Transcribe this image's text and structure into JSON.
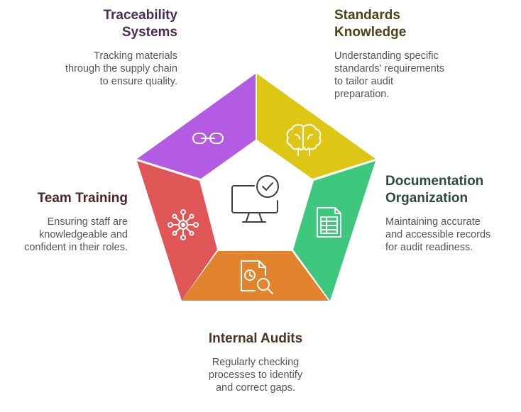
{
  "segments": [
    {
      "key": "traceability",
      "title_line1": "Traceability",
      "title_line2": "Systems",
      "desc_line1": "Tracking materials",
      "desc_line2": "through the supply chain",
      "desc_line3": "to ensure quality.",
      "color": "#B45BE3",
      "title_color": "#4A2D57",
      "icon": "link-icon"
    },
    {
      "key": "standards",
      "title_line1": "Standards",
      "title_line2": "Knowledge",
      "desc_line1": "Understanding specific",
      "desc_line2": "standards' requirements",
      "desc_line3": "to tailor audit",
      "desc_line4": "preparation.",
      "color": "#DEC615",
      "title_color": "#4A4418",
      "icon": "brain-icon"
    },
    {
      "key": "documentation",
      "title_line1": "Documentation",
      "title_line2": "Organization",
      "desc_line1": "Maintaining accurate",
      "desc_line2": "and accessible records",
      "desc_line3": "for audit readiness.",
      "color": "#3DC87E",
      "title_color": "#2E4A3B",
      "icon": "spreadsheet-icon"
    },
    {
      "key": "audits",
      "title_line1": "Internal Audits",
      "desc_line1": "Regularly checking",
      "desc_line2": "processes to identify",
      "desc_line3": "and correct gaps.",
      "color": "#E2832D",
      "title_color": "#4A3525",
      "icon": "document-search-icon"
    },
    {
      "key": "training",
      "title_line1": "Team Training",
      "desc_line1": "Ensuring staff are",
      "desc_line2": "knowledgeable and",
      "desc_line3": "confident in their roles.",
      "color": "#E05555",
      "title_color": "#4A2828",
      "icon": "network-hub-icon"
    }
  ],
  "center": {
    "icon": "monitor-check-icon"
  }
}
